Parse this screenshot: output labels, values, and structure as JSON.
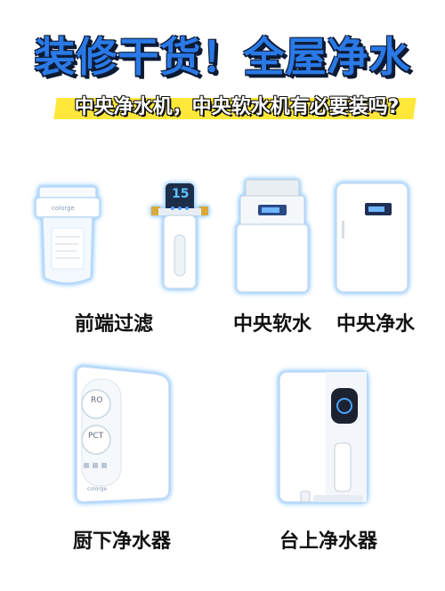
{
  "title": "装修干货！全屋净水",
  "subtitle": "中央净水机，中央软水机有必要装吗?",
  "products": [
    {
      "label": "前端过滤",
      "icon": "pre-filter-icon",
      "brand": "colorge"
    },
    {
      "label": "中央软水",
      "icon": "water-softener-icon"
    },
    {
      "label": "中央净水",
      "icon": "central-purifier-icon"
    },
    {
      "label": "厨下净水器",
      "icon": "under-sink-purifier-icon",
      "filters": [
        "RO",
        "PCT"
      ],
      "brand": "colorge"
    },
    {
      "label": "台上净水器",
      "icon": "countertop-purifier-icon"
    }
  ],
  "displays": {
    "pre_filter_reading": "15"
  },
  "colors": {
    "title_blue": "#2a79e6",
    "highlight_yellow": "#ffe83a",
    "glow_blue": "#a9d6ff"
  }
}
